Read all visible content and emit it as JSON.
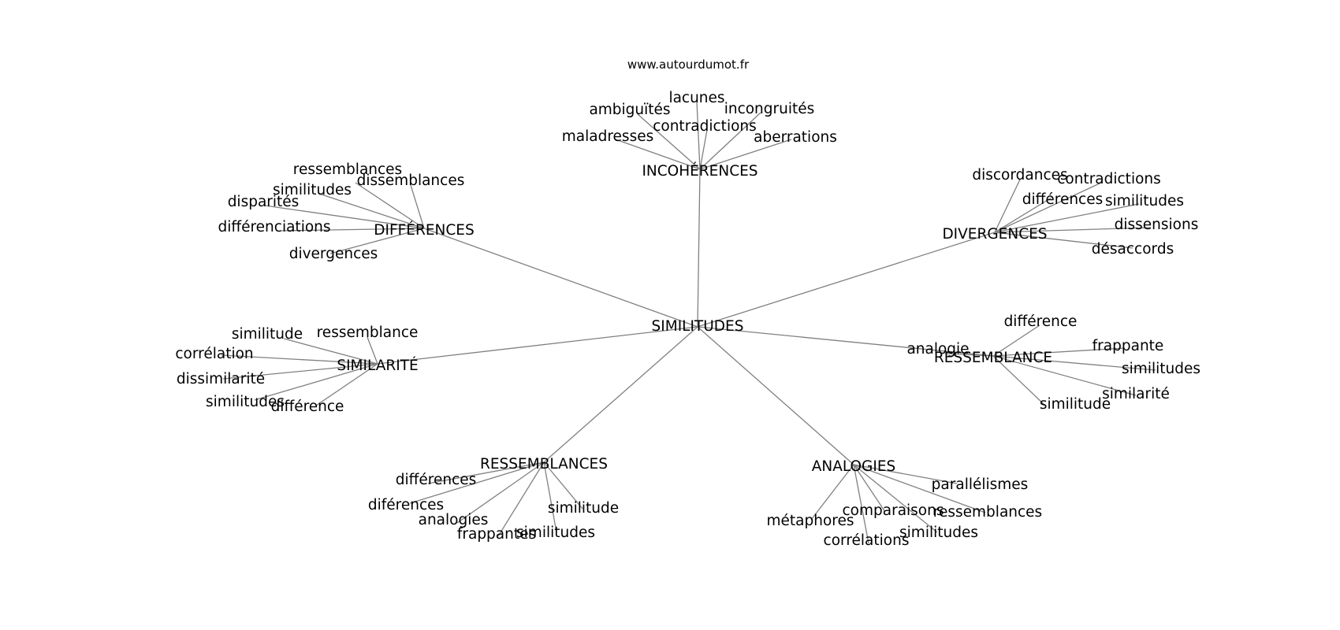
{
  "site": "www.autourdumot.fr",
  "center": "SIMILITUDES",
  "hubs": [
    {
      "id": "incoherences",
      "label": "INCOHÉRENCES",
      "words": [
        "lacunes",
        "ambiguïtés",
        "incongruités",
        "contradictions",
        "maladresses",
        "aberrations"
      ]
    },
    {
      "id": "differences",
      "label": "DIFFÉRENCES",
      "words": [
        "ressemblances",
        "dissemblances",
        "similitudes",
        "disparités",
        "différenciations",
        "divergences"
      ]
    },
    {
      "id": "divergences",
      "label": "DIVERGENCES",
      "words": [
        "discordances",
        "contradictions",
        "différences",
        "similitudes",
        "dissensions",
        "désaccords"
      ]
    },
    {
      "id": "similarite",
      "label": "SIMILARITÉ",
      "words": [
        "similitude",
        "ressemblance",
        "corrélation",
        "dissimilarité",
        "similitudes",
        "différence"
      ]
    },
    {
      "id": "ressemblance",
      "label": "RESSEMBLANCE",
      "words": [
        "différence",
        "analogie",
        "frappante",
        "similitudes",
        "similarité",
        "similitude"
      ]
    },
    {
      "id": "ressemblances",
      "label": "RESSEMBLANCES",
      "words": [
        "différences",
        "diférences",
        "analogies",
        "frappantes",
        "similitudes",
        "similitude"
      ]
    },
    {
      "id": "analogies",
      "label": "ANALOGIES",
      "words": [
        "parallélismes",
        "comparaisons",
        "ressemblances",
        "métaphores",
        "corrélations",
        "similitudes"
      ]
    }
  ]
}
